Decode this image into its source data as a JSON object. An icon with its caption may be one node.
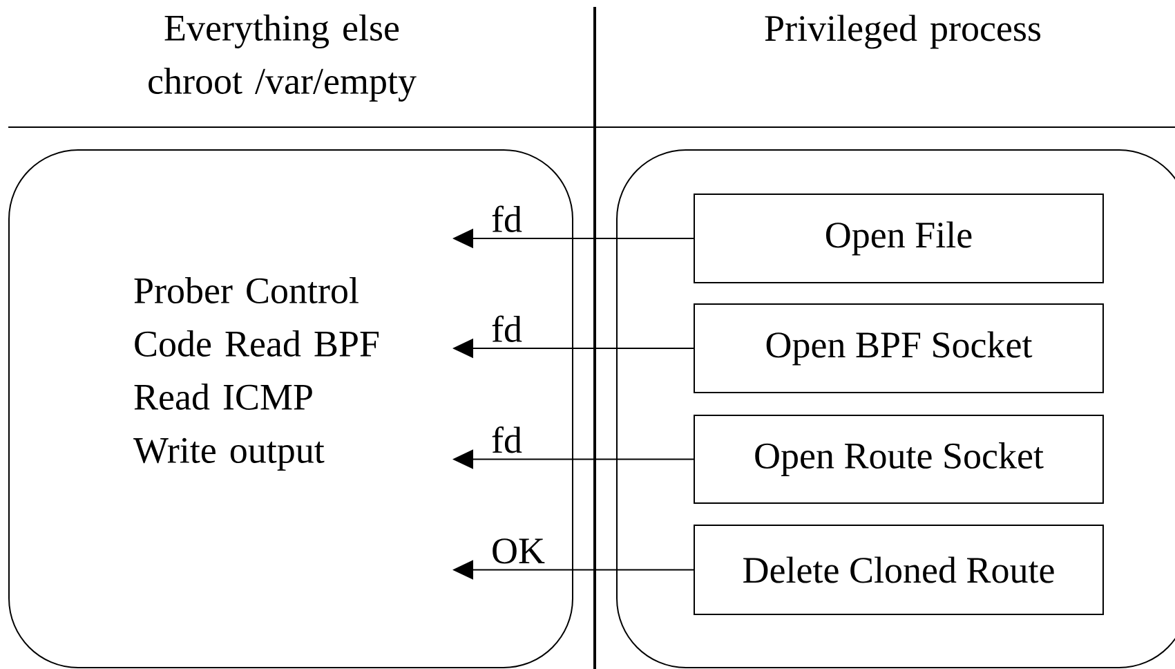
{
  "diagram": {
    "nodes": [
      {
        "text": [
          "Everything else chroot /var/empty",
          "Prober Control Code Read BPF Read ICMP Write output"
        ]
      },
      {
        "text": [
          "Privileged process"
        ]
      },
      {
        "text": [
          "Open File"
        ],
        "in": 1
      },
      {
        "text": [
          "Open BPF Socket"
        ],
        "in": 1
      },
      {
        "text": [
          "Open Route Socket"
        ],
        "in": 1
      },
      {
        "text": [
          "Delete Cloned Route"
        ],
        "in": 1
      }
    ],
    "edges": [
      {
        "from": 2,
        "to": 0,
        "arrow": "to",
        "label": "fd"
      },
      {
        "from": 3,
        "to": 0,
        "arrow": "to",
        "label": "fd"
      },
      {
        "from": 4,
        "to": 0,
        "arrow": "to",
        "label": "fd"
      },
      {
        "from": 5,
        "to": 0,
        "arrow": "to",
        "label": "OK"
      }
    ]
  }
}
